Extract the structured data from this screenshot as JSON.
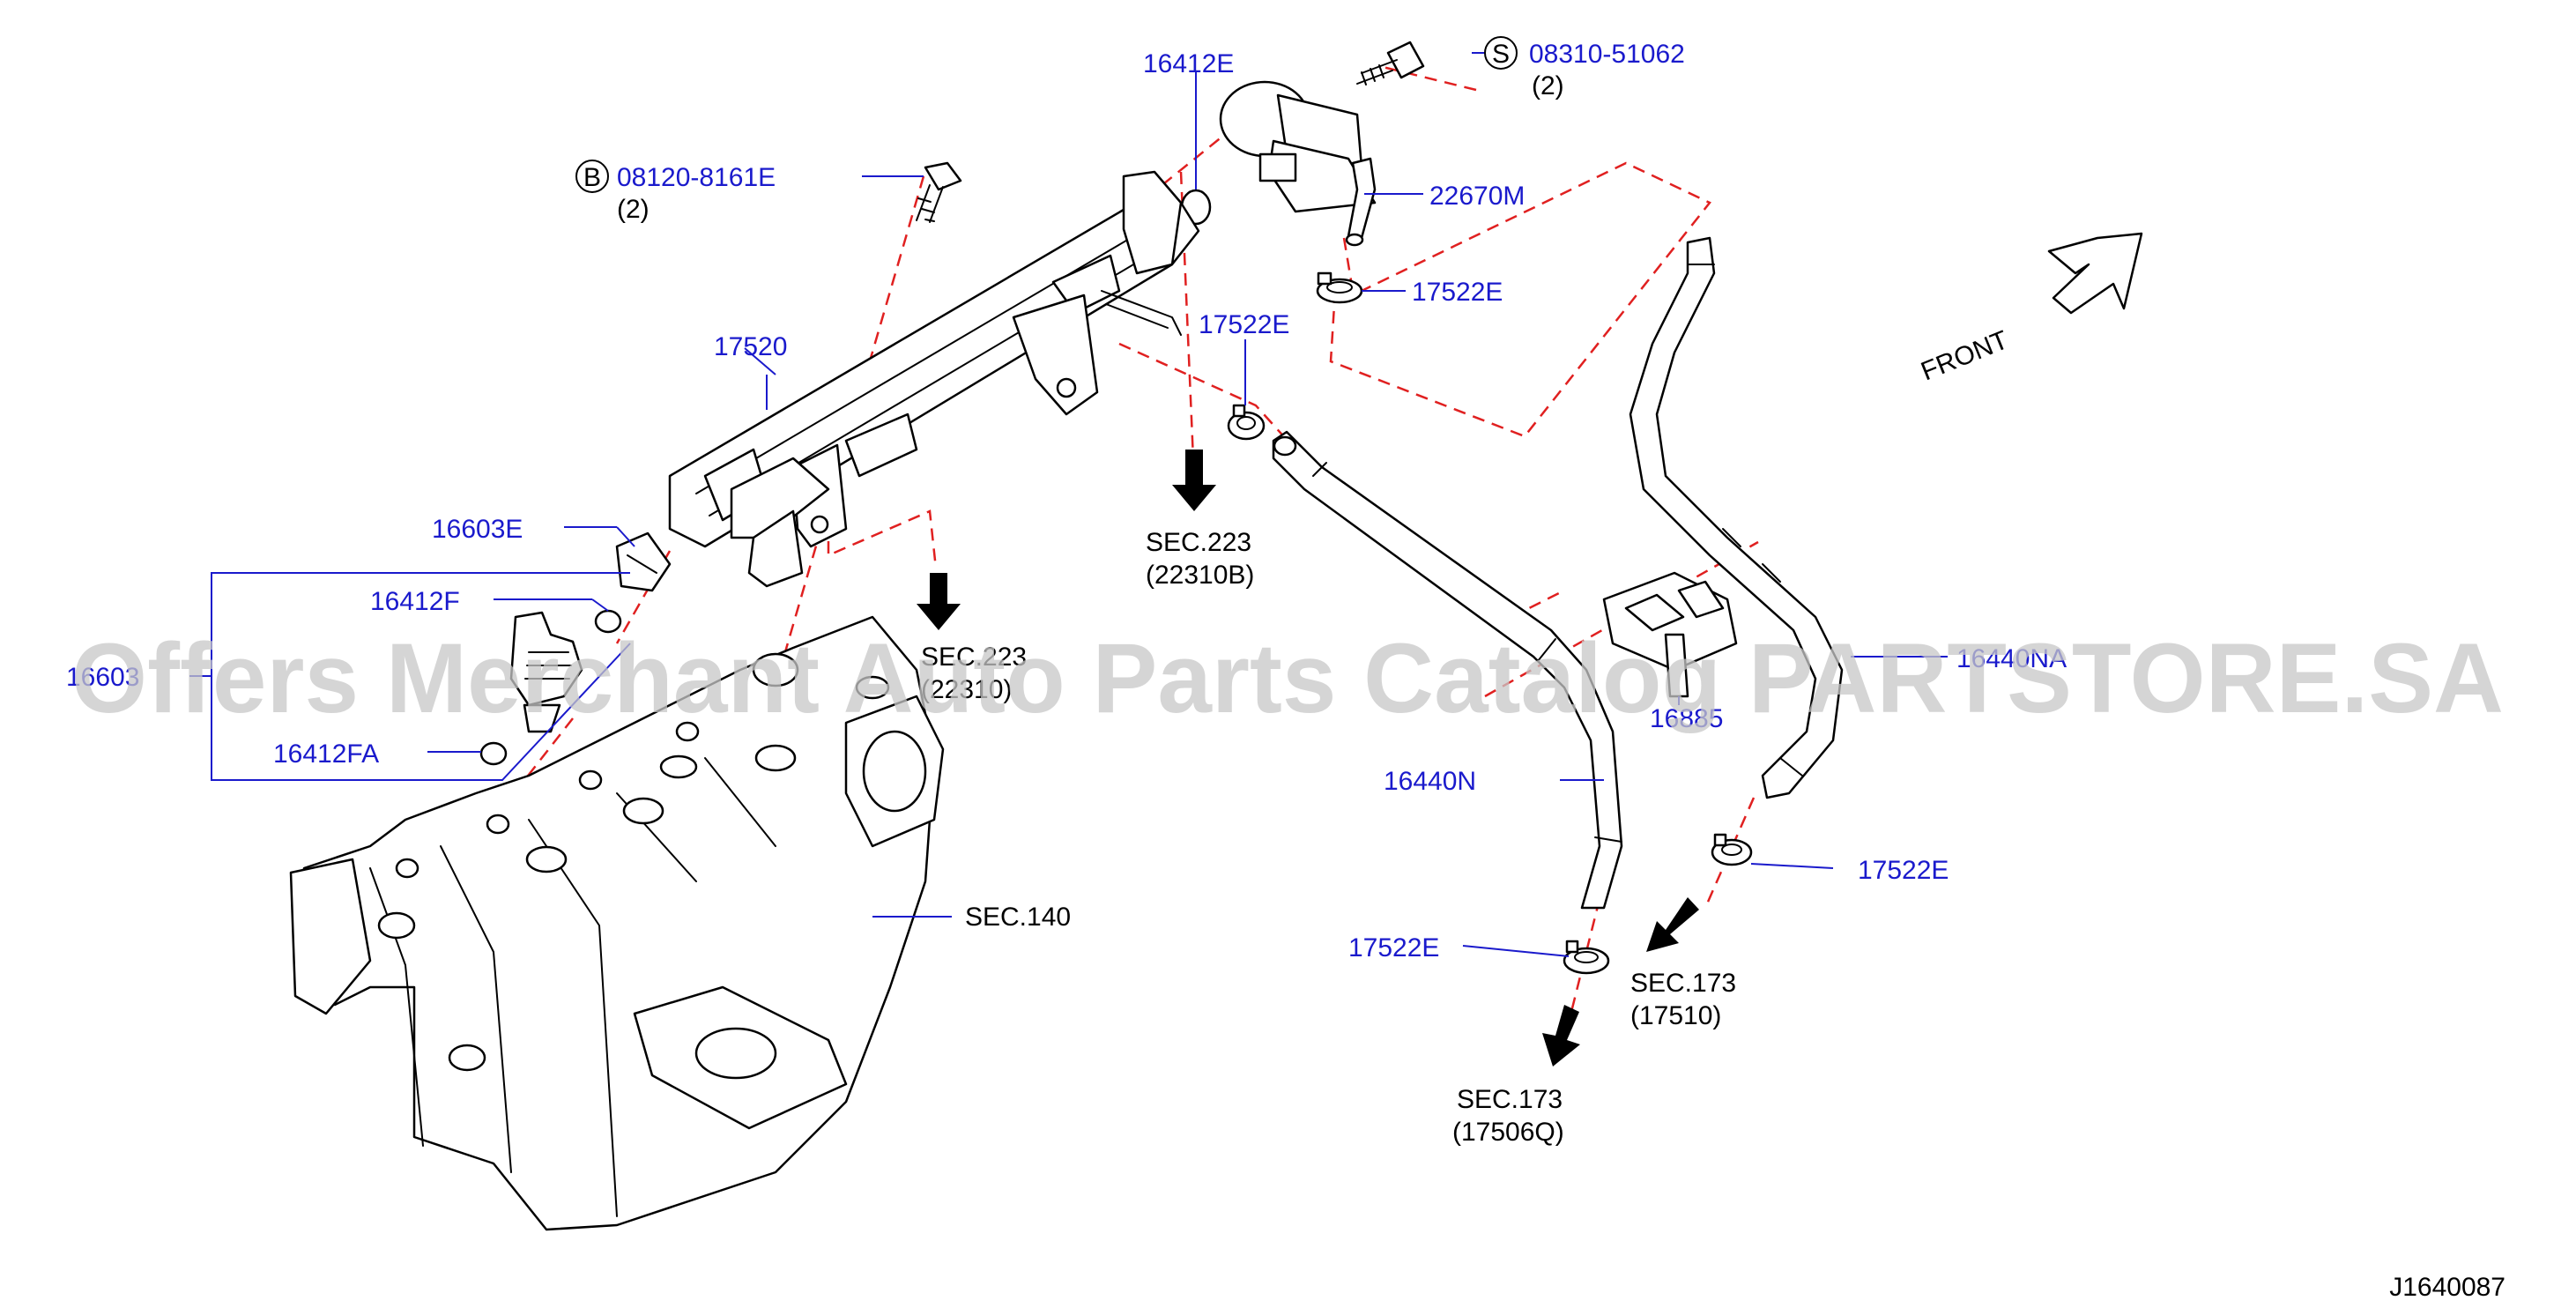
{
  "diagram_id": "J1640087",
  "watermark": "Offers Merchant Auto Parts Catalog PARTSTORE.SA",
  "front_label": "FRONT",
  "callouts": {
    "bolt_s": {
      "ref": "S",
      "part": "08310-51062",
      "qty": "(2)"
    },
    "bolt_b": {
      "ref": "B",
      "part": "08120-8161E",
      "qty": "(2)"
    }
  },
  "labels": {
    "p16412E": "16412E",
    "p22670M": "22670M",
    "p17522E_top": "17522E",
    "p17520": "17520",
    "p17522E_mid": "17522E",
    "p16603E": "16603E",
    "p16412F": "16412F",
    "p16603": "16603",
    "p16412FA": "16412FA",
    "p16440N": "16440N",
    "p16440NA": "16440NA",
    "p16885": "16885",
    "p17522E_right": "17522E",
    "p17522E_low": "17522E"
  },
  "sections": {
    "sec223_a": {
      "sec": "SEC.223",
      "ref": "(22310B)"
    },
    "sec223_b": {
      "sec": "SEC.223",
      "ref": "(22310)"
    },
    "sec140": {
      "sec": "SEC.140"
    },
    "sec173_a": {
      "sec": "SEC.173",
      "ref": "(17510)"
    },
    "sec173_b": {
      "sec": "SEC.173",
      "ref": "(17506Q)"
    }
  },
  "colors": {
    "part_number": "#1a1acc",
    "dashed_line": "#e02020",
    "outline": "#000000",
    "watermark": "#c8c8c8"
  }
}
